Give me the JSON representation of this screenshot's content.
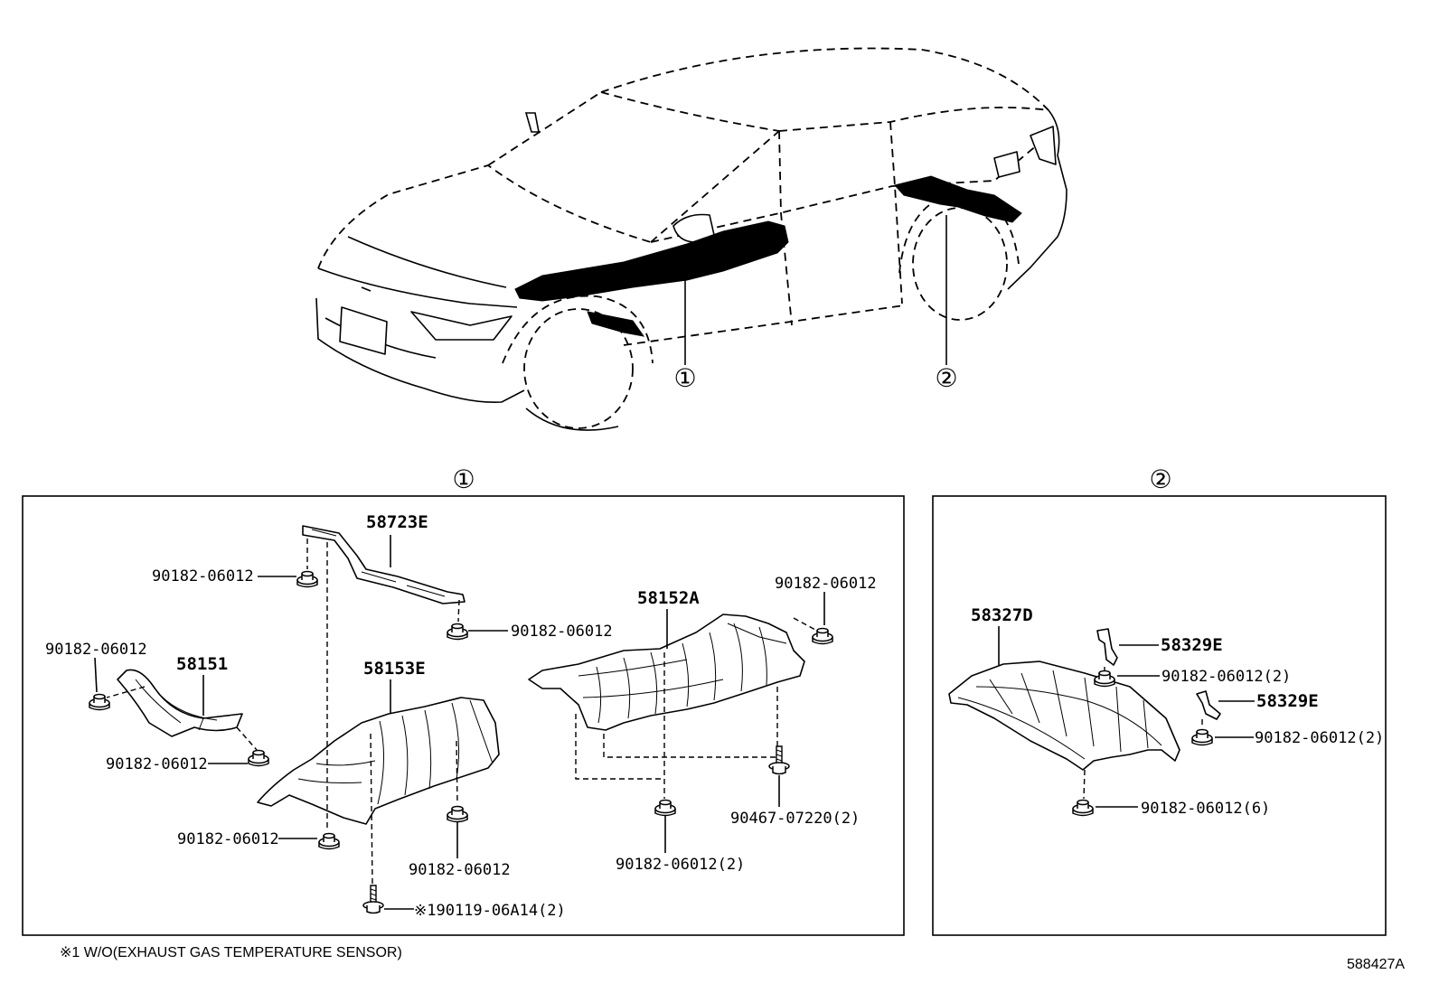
{
  "car_view": {
    "callout_1": "①",
    "callout_2": "②"
  },
  "section_1": {
    "marker": "①",
    "callouts": [
      {
        "part_no": "58723E"
      },
      {
        "part_no": "90182-06012"
      },
      {
        "part_no": "90182-06012"
      },
      {
        "part_no": "58152A"
      },
      {
        "part_no": "90182-06012"
      },
      {
        "part_no": "90182-06012"
      },
      {
        "part_no": "58151"
      },
      {
        "part_no": "58153E"
      },
      {
        "part_no": "90182-06012"
      },
      {
        "part_no": "90182-06012"
      },
      {
        "part_no": "90182-06012"
      },
      {
        "part_no": "90182-06012(2)"
      },
      {
        "part_no": "90467-07220(2)"
      },
      {
        "part_no": "※190119-06A14(2)"
      }
    ]
  },
  "section_2": {
    "marker": "②",
    "callouts": [
      {
        "part_no": "58327D"
      },
      {
        "part_no": "58329E"
      },
      {
        "part_no": "90182-06012(2)"
      },
      {
        "part_no": "58329E"
      },
      {
        "part_no": "90182-06012(2)"
      },
      {
        "part_no": "90182-06012(6)"
      }
    ]
  },
  "footnote": "※1 W/O(EXHAUST GAS TEMPERATURE SENSOR)",
  "illustration_code": "588427A",
  "colors": {
    "line": "#000000",
    "background": "#ffffff"
  }
}
